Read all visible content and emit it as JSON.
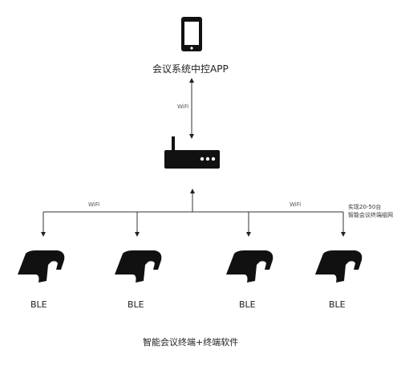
{
  "top": {
    "app_label": "会议系统中控APP"
  },
  "links": {
    "wifi_top": "WiFi",
    "wifi_left": "WiFi",
    "wifi_right": "WiFi"
  },
  "note": {
    "line1": "实现20-50台",
    "line2": "智能会议终端组网"
  },
  "terminals": [
    {
      "label": "BLE"
    },
    {
      "label": "BLE"
    },
    {
      "label": "BLE"
    },
    {
      "label": "BLE"
    }
  ],
  "bottom": {
    "title": "智能会议终端+终端软件"
  },
  "icons": {
    "top": "smartphone-icon",
    "middle": "router-icon",
    "terminals": "conference-terminal-icon"
  },
  "colors": {
    "line": "#333333",
    "icon": "#111111"
  }
}
